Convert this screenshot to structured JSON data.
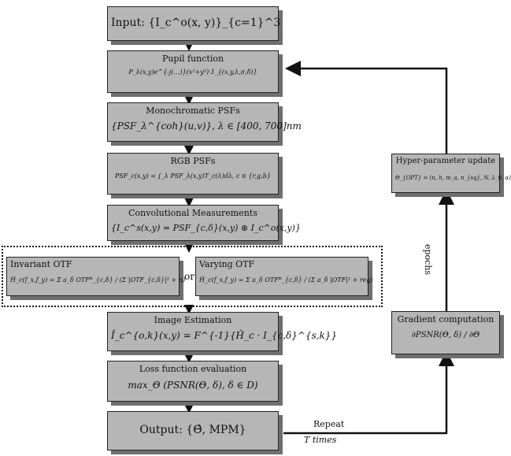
{
  "boxes": {
    "input": {
      "formula": "Input:  {I_c^o(x, y)}_{c=1}^3"
    },
    "pupil": {
      "title": "Pupil function",
      "formula": "P_λ(x,y)e^{-j(…)}(x²+y²)·1_{(x,y,λ,σ,δ)}"
    },
    "mono": {
      "title": "Monochromatic PSFs",
      "formula": "{PSF_λ^{coh}(u,v)},  λ ∈ [400, 700]nm"
    },
    "rgb": {
      "title": "RGB PSFs",
      "formula": "PSF_c(x,y) = ∫_λ PSF_λ(x,y)T_c(λ)dλ, c ∈ {r,g,b}"
    },
    "conv": {
      "title": "Convolutional Measurements",
      "formula": "{I_c^s(x,y) = PSF_{c,δ}(x,y) ⊛ I_c^o(x,y)}"
    },
    "invariant": {
      "title": "Invariant OTF",
      "formula": "Ĥ_c(f_x,f_y) = Σ a_δ OTF*_{c,δ} / (Σ |OTF_{c,δ}|² + α)"
    },
    "varying": {
      "title": "Varying OTF",
      "formula": "Ĥ_c(f_x,f_y) = Σ a_δ OTF*_{c,δ} / (Σ a_δ |OTF|² + reg)"
    },
    "or_label": "or",
    "estimation": {
      "title": "Image Estimation",
      "formula": "Î_c^{o,k}(x,y) = F^{-1}{Ĥ_c · I_{c,δ}^{s,k}}"
    },
    "loss": {
      "title": "Loss function evaluation",
      "formula": "max_Θ (PSNR(Θ, δ), δ ∈ D)"
    },
    "output": {
      "formula": "Output:  {Θ̂, MPM}"
    },
    "gradient": {
      "title": "Gradient computation",
      "formula": "∂PSNR(Θ, δ) / ∂Θ"
    },
    "hyper": {
      "title": "Hyper-parameter update",
      "formula": "Θ_{OPT} = (n, h, m_a, n_{sq}, N, λ_0, α)"
    }
  },
  "labels": {
    "repeat": "Repeat",
    "times": "T times",
    "epochs": "epochs"
  }
}
